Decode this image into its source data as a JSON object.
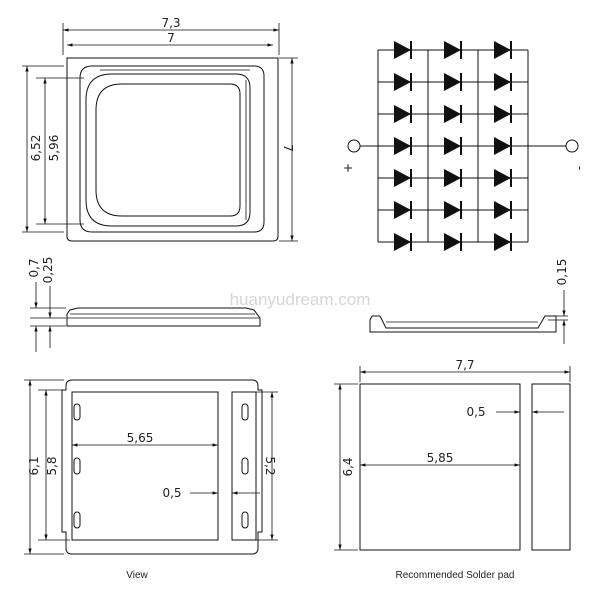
{
  "watermark": "huanyudream.com",
  "top_view": {
    "dim_width_outer": "7,3",
    "dim_width_inner": "7",
    "dim_height_lens": "6,52",
    "dim_height_inner": "5,96",
    "dim_height_outer": "7"
  },
  "side_view_left": {
    "dim_total_height": "0,7",
    "dim_lens_height": "0,25"
  },
  "side_view_right": {
    "dim_step": "0,15"
  },
  "circuit": {
    "plus_label": "+",
    "minus_label": "-",
    "rows": 7,
    "columns": 3
  },
  "bottom_view": {
    "dim_height_outer": "6,1",
    "dim_height_inner": "5,8",
    "dim_pad_width": "5,65",
    "dim_gap": "0,5",
    "dim_pad_height": "5,2",
    "caption": "View"
  },
  "solder_pad": {
    "dim_width": "7,7",
    "dim_gap": "0,5",
    "dim_height": "6,4",
    "dim_pad_width": "5,85",
    "caption": "Recommended Solder pad"
  }
}
